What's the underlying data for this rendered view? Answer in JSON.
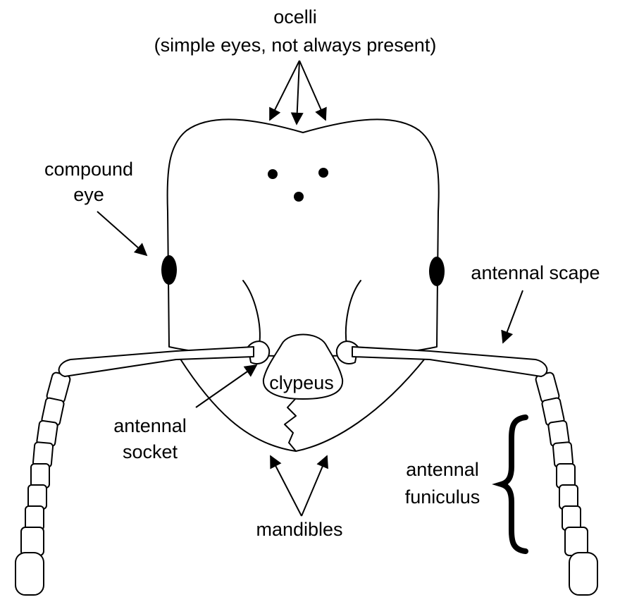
{
  "labels": {
    "ocelli_title": "ocelli",
    "ocelli_note": "(simple eyes, not always present)",
    "compound_eye_line1": "compound",
    "compound_eye_line2": "eye",
    "antennal_scape": "antennal scape",
    "clypeus": "clypeus",
    "antennal_socket_line1": "antennal",
    "antennal_socket_line2": "socket",
    "antennal_funiculus_line1": "antennal",
    "antennal_funiculus_line2": "funiculus",
    "mandibles": "mandibles"
  },
  "colors": {
    "line": "#000000",
    "background": "#ffffff"
  }
}
